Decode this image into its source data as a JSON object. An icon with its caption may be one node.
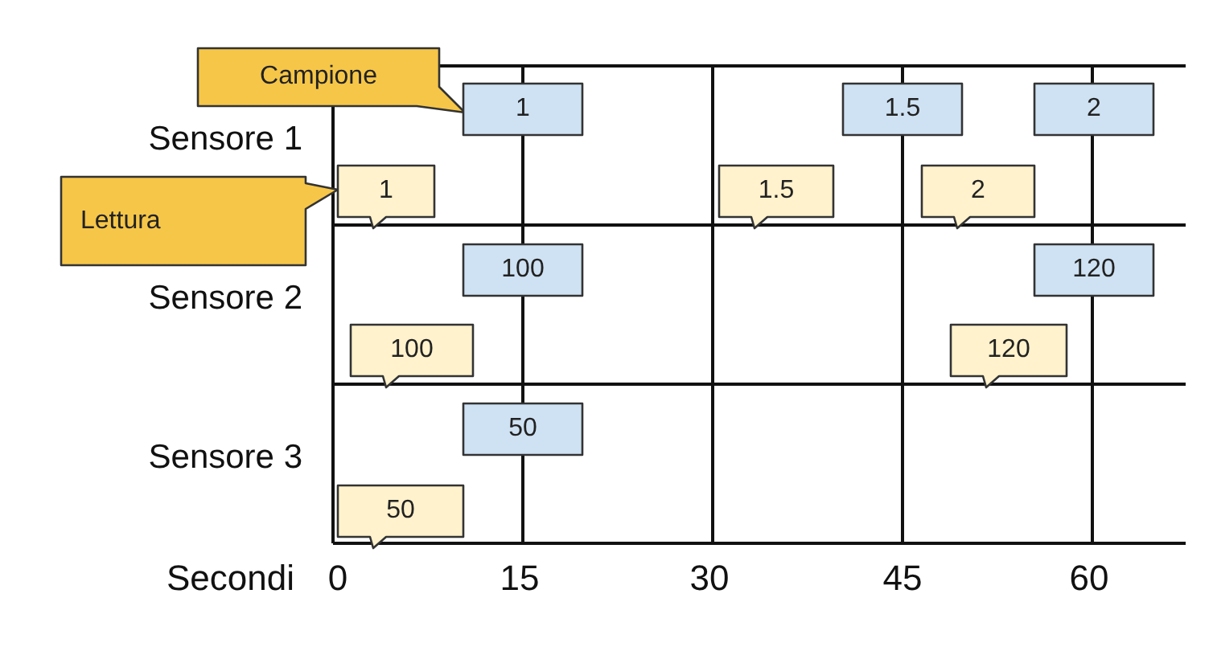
{
  "diagram": {
    "nodes": [
      {
        "text": [
          "Campione"
        ]
      },
      {
        "text": [
          "1"
        ]
      },
      {
        "text": [
          "1.5"
        ]
      },
      {
        "text": [
          "2"
        ]
      },
      {
        "text": [
          "Lettura"
        ]
      },
      {
        "text": [
          "1"
        ]
      },
      {
        "text": [
          "1.5"
        ]
      },
      {
        "text": [
          "2"
        ]
      },
      {
        "text": [
          "100"
        ]
      },
      {
        "text": [
          "120"
        ]
      },
      {
        "text": [
          "100"
        ]
      },
      {
        "text": [
          "120"
        ]
      },
      {
        "text": [
          "50"
        ]
      },
      {
        "text": [
          "50"
        ]
      }
    ],
    "labels": [
      "Sensore 1",
      "Sensore 2",
      "Sensore 3",
      "Secondi",
      "0",
      "15",
      "30",
      "45",
      "60"
    ]
  }
}
